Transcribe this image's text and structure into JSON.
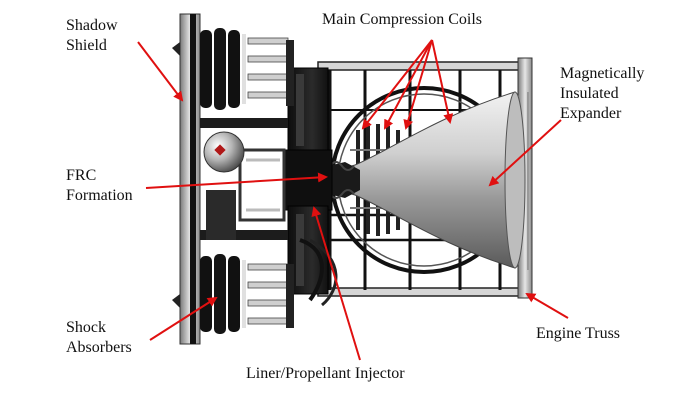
{
  "figure": {
    "labels": {
      "shadow_shield": [
        "Shadow",
        "Shield"
      ],
      "main_compression_coils": "Main Compression Coils",
      "magnetically_insulated_expander": [
        "Magnetically",
        "Insulated",
        "Expander"
      ],
      "frc_formation": [
        "FRC",
        "Formation"
      ],
      "shock_absorbers": [
        "Shock",
        "Absorbers"
      ],
      "liner_propellant_injector": "Liner/Propellant Injector",
      "engine_truss": "Engine Truss"
    },
    "colors": {
      "arrow": "#e01010",
      "structure_dark": "#1a1a1a",
      "structure_light": "#d0d0d0",
      "nozzle_light": "#e8e8e8"
    }
  }
}
